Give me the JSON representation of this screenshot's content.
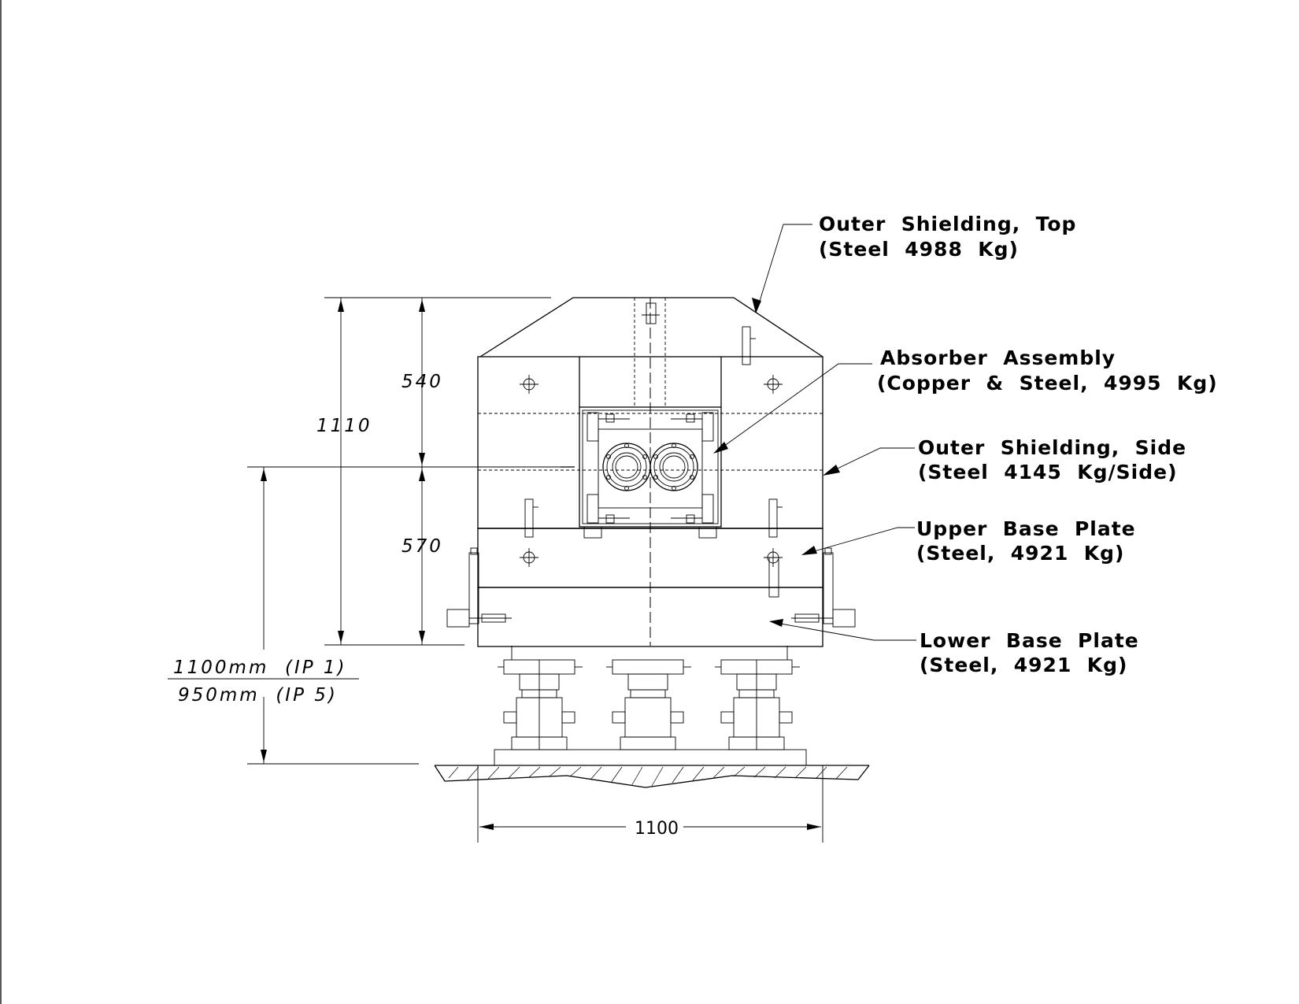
{
  "labels": {
    "outer_top": {
      "line1": "Outer  Shielding,  Top",
      "line2": "(Steel  4988  Kg)"
    },
    "absorber": {
      "line1": "Absorber  Assembly",
      "line2": "(Copper  &  Steel,  4995  Kg)"
    },
    "outer_side": {
      "line1": "Outer  Shielding,  Side",
      "line2": "(Steel  4145  Kg/Side)"
    },
    "upper_base": {
      "line1": "Upper  Base  Plate",
      "line2": "(Steel,  4921  Kg)"
    },
    "lower_base": {
      "line1": "Lower  Base  Plate",
      "line2": "(Steel,  4921  Kg)"
    }
  },
  "dimensions": {
    "total_height": "1110",
    "upper_height": "540",
    "lower_height": "570",
    "width": "1100",
    "beam_height_ip1": "1100mm  (IP 1)",
    "beam_height_ip5": "950mm  (IP 5)"
  }
}
